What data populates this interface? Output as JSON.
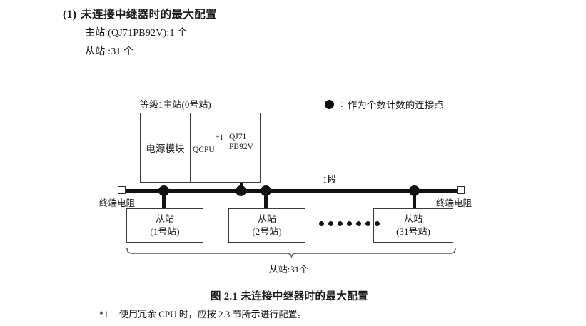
{
  "section": {
    "number": "(1)",
    "title": "未连接中继器时的最大配置",
    "specs": [
      "主站 (QJ71PB92V):1 个",
      "从站 :31 个"
    ]
  },
  "legend": {
    "symbol": "filled-circle-icon",
    "colon": ":",
    "text": "作为个数计数的连接点"
  },
  "diagram": {
    "master": {
      "label": "等级1主站(0号站)",
      "modules": [
        {
          "name": "电源模块"
        },
        {
          "name": "QCPU",
          "footnote_mark": "*1"
        },
        {
          "name_line1": "QJ71",
          "name_line2": "PB92V"
        }
      ]
    },
    "bus": {
      "segment_label": "1段",
      "terminator_left_label": "终端电阻",
      "terminator_right_label": "终端电阻",
      "node_count": 4
    },
    "slaves": [
      {
        "title": "从站",
        "station": "(1号站)"
      },
      {
        "title": "从站",
        "station": "(2号站)"
      },
      {
        "title": "从站",
        "station": "(31号站)"
      }
    ],
    "ellipsis_dots": 7,
    "slave_total_label": "从站:31个"
  },
  "caption": "图 2.1  未连接中继器时的最大配置",
  "footnote": {
    "mark": "*1",
    "text": "使用冗余 CPU 时，应按 2.3 节所示进行配置。"
  },
  "colors": {
    "ink": "#1a1a1a",
    "line": "#3b3b3b",
    "node": "#111111"
  }
}
